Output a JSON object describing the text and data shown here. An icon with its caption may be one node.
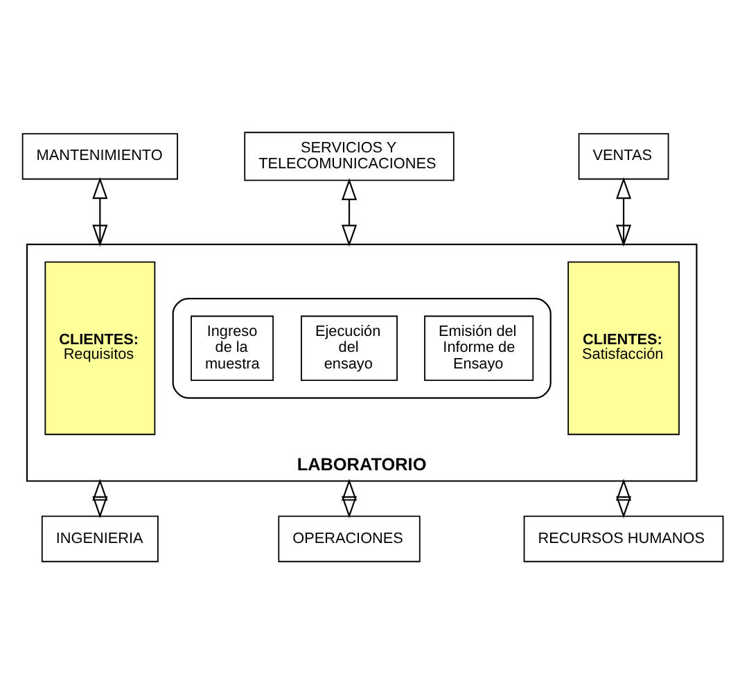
{
  "diagram": {
    "nodes": [
      {
        "text": [
          "MANTENIMIENTO"
        ]
      },
      {
        "text": [
          "SERVICIOS Y TELECOMUNICACIONES"
        ]
      },
      {
        "text": [
          "VENTAS"
        ]
      },
      {
        "text": [
          "LABORATORIO"
        ]
      },
      {
        "text": [
          "**CLIENTES:** Requisitos"
        ],
        "in": 3
      },
      {
        "text": [],
        "shape": "ellipse",
        "in": 3
      },
      {
        "text": [
          "Ingreso de la muestra"
        ],
        "in": 5
      },
      {
        "text": [
          "Ejecución del ensayo"
        ],
        "in": 5
      },
      {
        "text": [
          "Emisión del Informe de Ensayo"
        ],
        "in": 5
      },
      {
        "text": [
          "**CLIENTES:** Satisfacción"
        ],
        "in": 3
      },
      {
        "text": [
          "INGENIERIA"
        ]
      },
      {
        "text": [
          "OPERACIONES"
        ]
      },
      {
        "text": [
          "RECURSOS HUMANOS"
        ]
      }
    ],
    "edges": [
      {
        "from": 0,
        "to": 3,
        "arrow": "both"
      },
      {
        "from": 1,
        "to": 3,
        "arrow": "both"
      },
      {
        "from": 2,
        "to": 3,
        "arrow": "both"
      },
      {
        "from": 3,
        "to": 10,
        "arrow": "both"
      },
      {
        "from": 3,
        "to": 11,
        "arrow": "both"
      },
      {
        "from": 3,
        "to": 12,
        "arrow": "both"
      }
    ]
  }
}
